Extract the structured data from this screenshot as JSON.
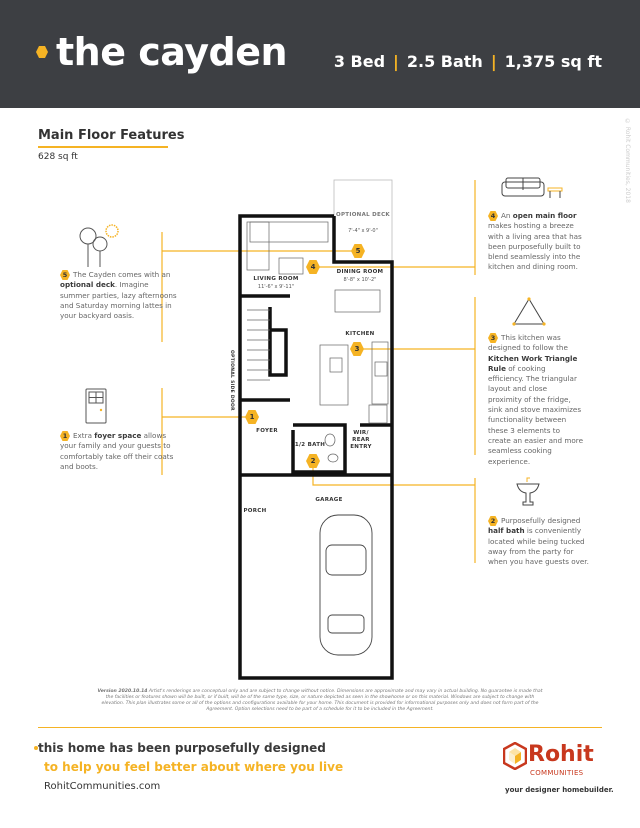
{
  "header": {
    "title": "the cayden",
    "beds": "3 Bed",
    "baths": "2.5 Bath",
    "area": "1,375 sq ft",
    "sep": "|"
  },
  "section": {
    "title": "Main Floor Features",
    "area": "628 sq ft"
  },
  "copyright": "© Rohit Communities, 2018",
  "callouts": [
    {
      "num": "5",
      "pre": "The Cayden comes with an ",
      "bold": "optional deck",
      "post": ". Imagine summer parties, lazy afternoons and Saturday morning lattes in your backyard oasis."
    },
    {
      "num": "1",
      "pre": "Extra ",
      "bold": "foyer space",
      "post": " allows your family and your guests to comfortably take off their coats and boots."
    },
    {
      "num": "4",
      "pre": "An ",
      "bold": "open main floor",
      "post": " makes hosting a breeze with a living area that has been purposefully built to blend seamlessly into the kitchen and dining room."
    },
    {
      "num": "3",
      "pre": "This kitchen was designed to follow the ",
      "bold": "Kitchen Work Triangle Rule",
      "post": " of cooking efficiency. The triangular layout and close proximity of the fridge, sink and stove maximizes functionality between these 3 elements to create an easier and more seamless cooking experience."
    },
    {
      "num": "2",
      "pre": "Purposefully designed ",
      "bold": "half bath",
      "post": " is conveniently located while being tucked away from the party for when you have guests over."
    }
  ],
  "plan": {
    "deck": "OPTIONAL DECK",
    "deck_dim": "7'-4\" x 9'-0\"",
    "living": "LIVING ROOM",
    "living_dim": "11'-6\" x 9'-11\"",
    "dining": "DINING ROOM",
    "dining_dim": "8'-8\" x 10'-2\"",
    "kitchen": "KITCHEN",
    "foyer": "FOYER",
    "bath": "1/2 BATH",
    "wir": "WIR/ REAR ENTRY",
    "garage": "GARAGE",
    "porch": "PORCH",
    "side_door": "OPTIONAL SIDE DOOR"
  },
  "disclaimer": {
    "version": "Version 2020.10.14",
    "text": " Artist's renderings are conceptual only and are subject to change without notice. Dimensions are approximate and may vary in actual building. No guarantee is made that the facilities or features shown will be built, or if built, will be of the same type, size, or nature depicted as seen in the showhome or on this material. Windows are subject to change with elevation. This plan illustrates some or all of the options and configurations available for your home. This document is provided for informational purposes only and does not form part of the Agreement. Option selections need to be part of a schedule for it to be included in the Agreement."
  },
  "footer": {
    "tagline1": "this home has been purposefully designed",
    "tagline2": "to help you feel better about where you live",
    "url": "RohitCommunities.com",
    "logo_name": "Rohit",
    "logo_sub": "COMMUNITIES",
    "logo_tag": "your designer homebuilder."
  },
  "colors": {
    "accent": "#f5b324",
    "header_bg": "#3d3f43",
    "brand_red": "#c8381e"
  }
}
